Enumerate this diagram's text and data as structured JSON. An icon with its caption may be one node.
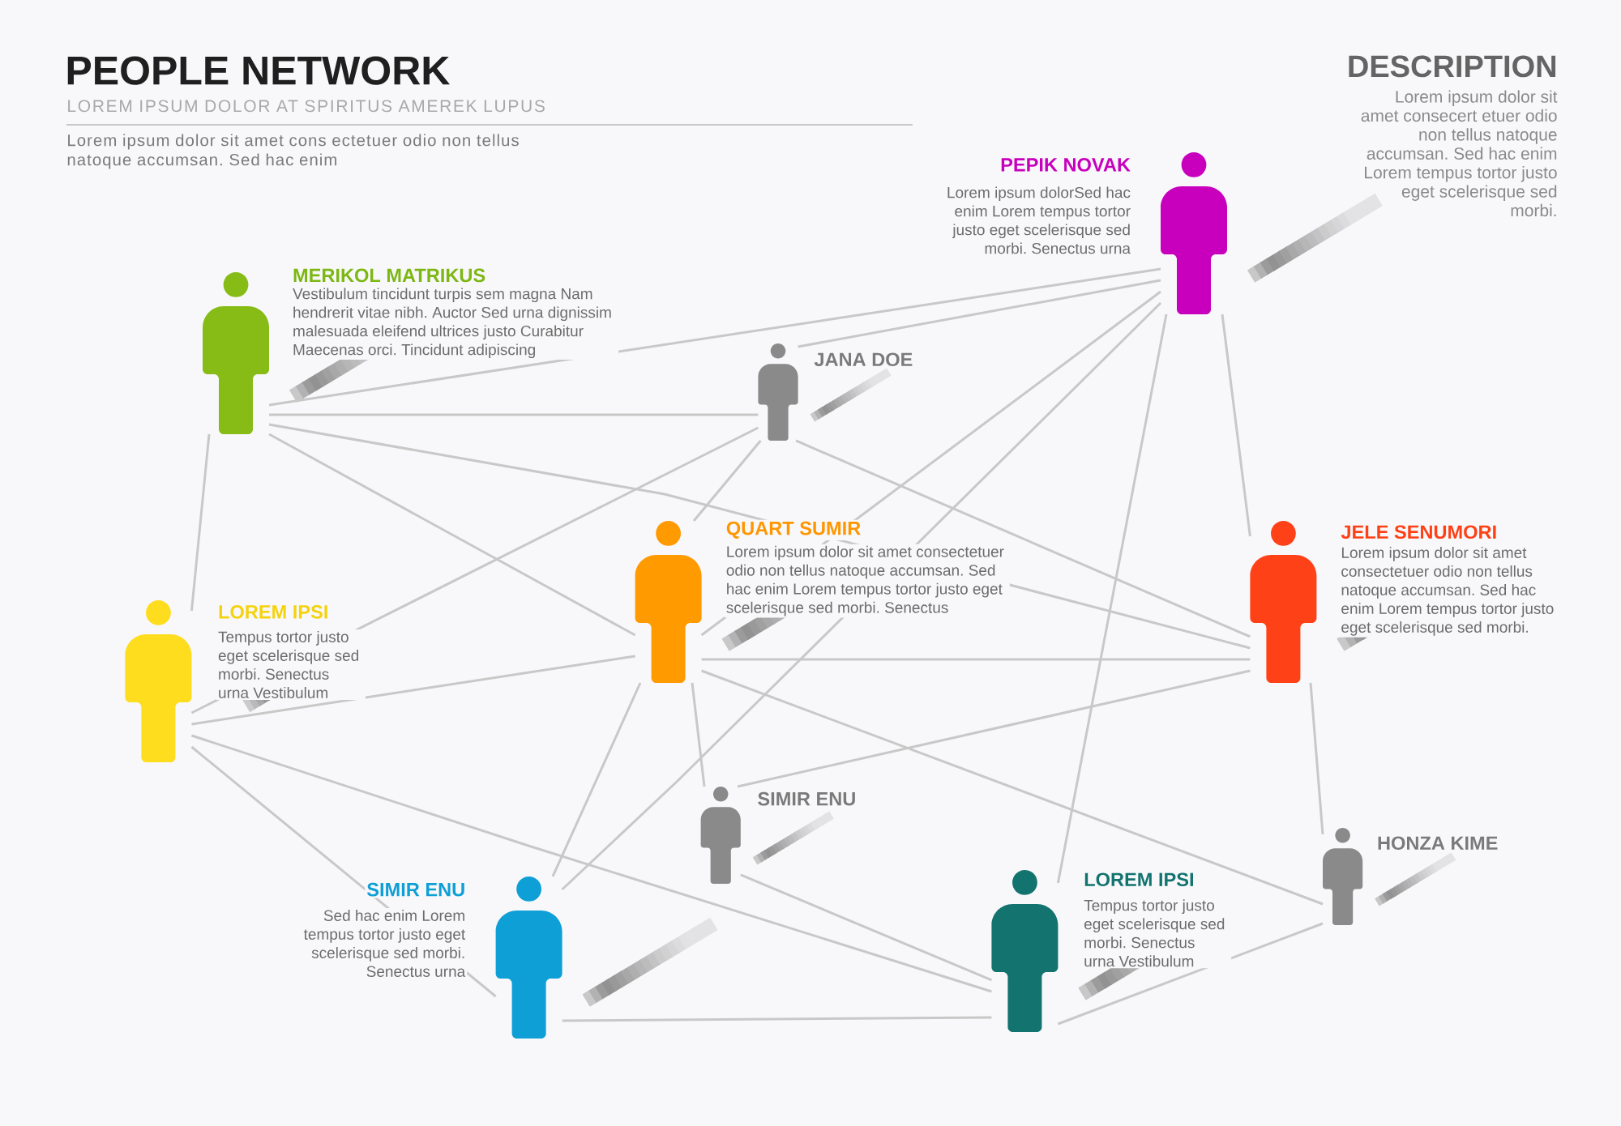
{
  "diagram": {
    "title": "PEOPLE NETWORK",
    "nodes": [
      {
        "text": [],
        "shape": "person",
        "beside": [
          "MERIKOL MATRIKUS",
          "Vestibulum tincidunt turpis sem magna Nam hendrerit vitae nibh. Auctor Sed urna dignissim malesuada eleifend ultrices justo Curabitur Maecenas orci. Tincidunt adipiscing"
        ]
      },
      {
        "text": [],
        "shape": "person",
        "beside": [
          "JANA DOE"
        ]
      },
      {
        "text": [],
        "shape": "person",
        "beside": [
          "PEPIK NOVAK",
          "Lorem ipsum dolorSed hac enim Lorem tempus tortor justo eget scelerisque sed morbi. Senectus urna"
        ]
      },
      {
        "text": [],
        "shape": "person",
        "beside": [
          "LOREM IPSI",
          "Tempus tortor justo eget scelerisque sed morbi. Senectus urna Vestibulum"
        ]
      },
      {
        "text": [],
        "shape": "person",
        "beside": [
          "QUART SUMIR",
          "Lorem ipsum dolor sit amet consectetuer odio non tellus natoque accumsan. Sed hac enim Lorem tempus tortor justo eget scelerisque sed morbi. Senectus"
        ]
      },
      {
        "text": [],
        "shape": "person",
        "beside": [
          "JELE SENUMORI",
          "Lorem ipsum dolor sit amet consectetuer odio non tellus natoque accumsan. Sed hac enim Lorem tempus tortor justo eget scelerisque sed morbi."
        ]
      },
      {
        "text": [],
        "shape": "person",
        "beside": [
          "SIMIR ENU"
        ]
      },
      {
        "text": [],
        "shape": "person",
        "beside": [
          "HONZA KIME"
        ]
      },
      {
        "text": [],
        "shape": "person",
        "beside": [
          "SIMIR ENU",
          "Sed hac enim Lorem tempus tortor justo eget scelerisque sed morbi. Senectus urna"
        ]
      },
      {
        "text": [],
        "shape": "person",
        "beside": [
          "LOREM IPSI",
          "Tempus tortor justo eget scelerisque sed morbi. Senectus urna Vestibulum"
        ]
      }
    ],
    "edges": [
      {
        "from": 0,
        "to": 1,
        "arrow": "none"
      },
      {
        "from": 0,
        "to": 2,
        "arrow": "none"
      },
      {
        "from": 0,
        "to": 3,
        "arrow": "none"
      },
      {
        "from": 0,
        "to": 4,
        "arrow": "none"
      },
      {
        "from": 0,
        "to": 5,
        "arrow": "none"
      },
      {
        "from": 1,
        "to": 2,
        "arrow": "none"
      },
      {
        "from": 1,
        "to": 3,
        "arrow": "none"
      },
      {
        "from": 1,
        "to": 4,
        "arrow": "none"
      },
      {
        "from": 1,
        "to": 5,
        "arrow": "none"
      },
      {
        "from": 2,
        "to": 4,
        "arrow": "none"
      },
      {
        "from": 2,
        "to": 5,
        "arrow": "none"
      },
      {
        "from": 2,
        "to": 8,
        "arrow": "none"
      },
      {
        "from": 2,
        "to": 9,
        "arrow": "none"
      },
      {
        "from": 3,
        "to": 4,
        "arrow": "none"
      },
      {
        "from": 3,
        "to": 8,
        "arrow": "none"
      },
      {
        "from": 3,
        "to": 9,
        "arrow": "none"
      },
      {
        "from": 4,
        "to": 5,
        "arrow": "none"
      },
      {
        "from": 4,
        "to": 6,
        "arrow": "none"
      },
      {
        "from": 4,
        "to": 7,
        "arrow": "none"
      },
      {
        "from": 4,
        "to": 8,
        "arrow": "none"
      },
      {
        "from": 5,
        "to": 6,
        "arrow": "none"
      },
      {
        "from": 5,
        "to": 7,
        "arrow": "none"
      },
      {
        "from": 6,
        "to": 9,
        "arrow": "none"
      },
      {
        "from": 8,
        "to": 9,
        "arrow": "none"
      },
      {
        "from": 9,
        "to": 7,
        "arrow": "none"
      }
    ],
    "labels": [
      "LOREM IPSUM DOLOR AT SPIRITUS AMEREK LUPUS",
      "Lorem ipsum dolor sit amet cons ectetuer odio non tellus natoque accumsan. Sed hac enim",
      "DESCRIPTION",
      "Lorem ipsum dolor sit amet consecert etuer odio non tellus natoque accumsan. Sed hac enim Lorem tempus tortor justo eget scelerisque sed morbi."
    ]
  }
}
